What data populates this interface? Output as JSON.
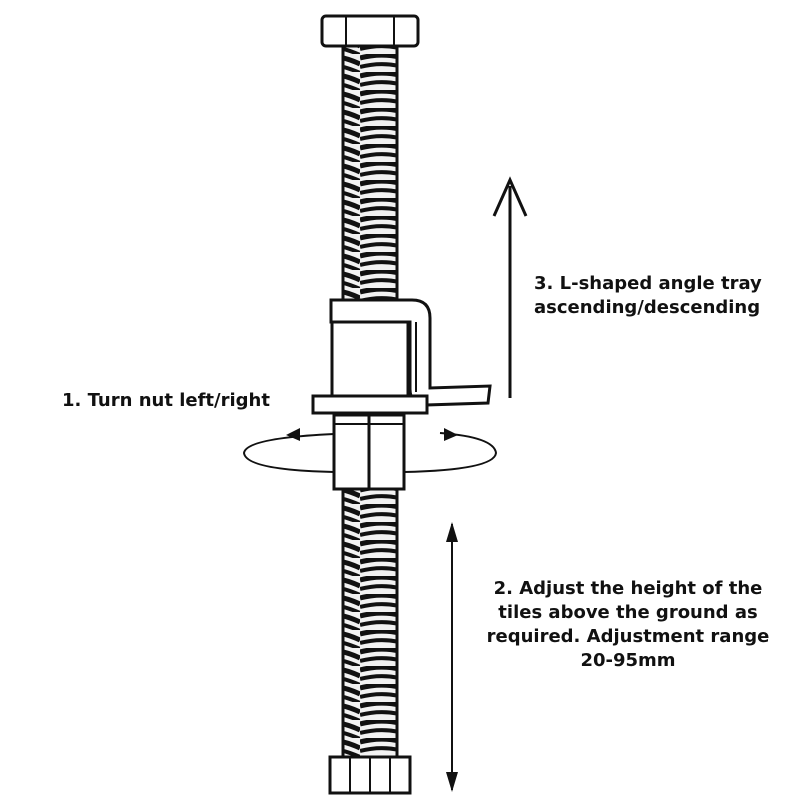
{
  "labels": {
    "turn_nut": "1. Turn nut left/right",
    "adjust_height": [
      "2. Adjust the height of the",
      "tiles above the ground as",
      "required. Adjustment range",
      "20-95mm"
    ],
    "tray": [
      "3. L-shaped angle tray",
      "ascending/descending"
    ]
  },
  "colors": {
    "line": "#111111",
    "background": "#ffffff"
  }
}
